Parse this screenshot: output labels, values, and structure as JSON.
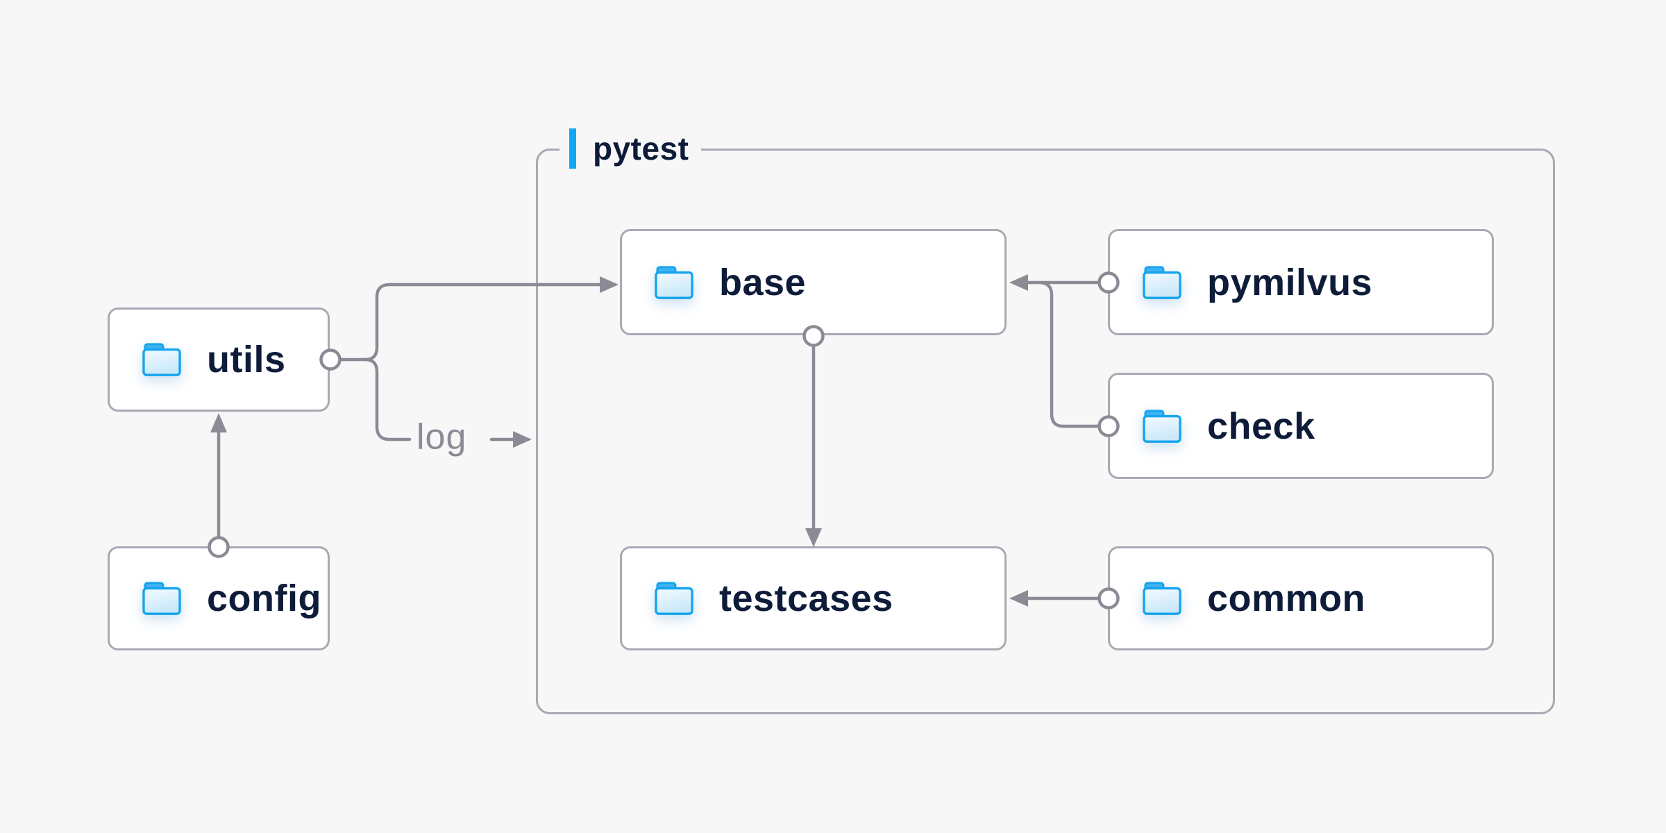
{
  "container": {
    "label": "pytest"
  },
  "nodes": [
    {
      "id": "utils",
      "label": "utils",
      "icon": "folder-icon"
    },
    {
      "id": "config",
      "label": "config",
      "icon": "folder-icon"
    },
    {
      "id": "base",
      "label": "base",
      "icon": "folder-icon"
    },
    {
      "id": "pymilvus",
      "label": "pymilvus",
      "icon": "folder-icon"
    },
    {
      "id": "check",
      "label": "check",
      "icon": "folder-icon"
    },
    {
      "id": "testcases",
      "label": "testcases",
      "icon": "folder-icon"
    },
    {
      "id": "common",
      "label": "common",
      "icon": "folder-icon"
    }
  ],
  "edges": [
    {
      "from": "config",
      "to": "utils",
      "label": ""
    },
    {
      "from": "utils",
      "to": "base",
      "label": ""
    },
    {
      "from": "utils",
      "to": "pytest-container",
      "label": "log"
    },
    {
      "from": "base",
      "to": "testcases",
      "label": ""
    },
    {
      "from": "pymilvus",
      "to": "base",
      "label": ""
    },
    {
      "from": "check",
      "to": "base",
      "label": ""
    },
    {
      "from": "common",
      "to": "testcases",
      "label": ""
    }
  ],
  "colors": {
    "background": "#f7f7f8",
    "node_fill": "#ffffff",
    "border_gray": "#a9a9b4",
    "connector_gray": "#8b8b96",
    "text_navy": "#0e1c3a",
    "accent_blue": "#12a7f2",
    "folder_blue": "#14a4ee"
  }
}
